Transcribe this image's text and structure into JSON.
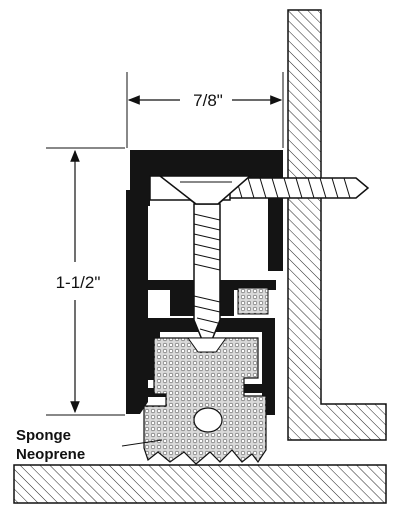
{
  "drawing": {
    "width_dimension": "7/8\"",
    "height_dimension": "1-1/2\"",
    "material_label_line1": "Sponge",
    "material_label_line2": "Neoprene"
  },
  "colors": {
    "ink": "#111111",
    "metal": "#141414",
    "paper": "#ffffff",
    "sponge": "#d9d9d9"
  }
}
